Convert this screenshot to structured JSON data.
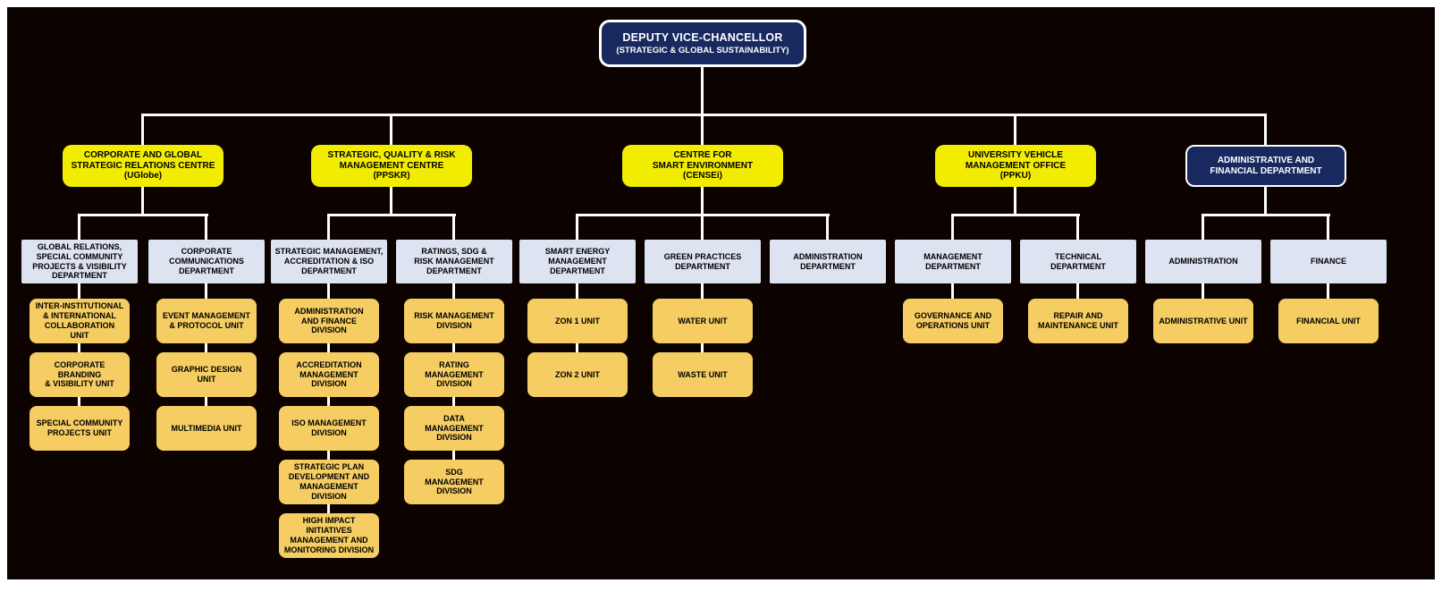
{
  "colors": {
    "background": "#0c0300",
    "frame": "#ffffff",
    "navy": "#17295f",
    "yellow": "#f2ec00",
    "department_blue": "#dde3f1",
    "unit_gold": "#f5cd62",
    "connector": "#ffffff"
  },
  "root": {
    "title": "DEPUTY VICE-CHANCELLOR",
    "subtitle": "(STRATEGIC & GLOBAL SUSTAINABILITY)"
  },
  "branches": [
    {
      "name": "CORPORATE AND GLOBAL\nSTRATEGIC RELATIONS CENTRE",
      "acronym": "(UGlobe)",
      "departments": [
        {
          "name": "GLOBAL RELATIONS,\nSPECIAL COMMUNITY\nPROJECTS & VISIBILITY\nDEPARTMENT",
          "units": [
            "INTER-INSTITUTIONAL\n& INTERNATIONAL\nCOLLABORATION\nUNIT",
            "CORPORATE BRANDING\n& VISIBILITY UNIT",
            "SPECIAL COMMUNITY\nPROJECTS UNIT"
          ]
        },
        {
          "name": "CORPORATE\nCOMMUNICATIONS\nDEPARTMENT",
          "units": [
            "EVENT MANAGEMENT\n& PROTOCOL UNIT",
            "GRAPHIC DESIGN\nUNIT",
            "MULTIMEDIA UNIT"
          ]
        }
      ]
    },
    {
      "name": "STRATEGIC, QUALITY & RISK\nMANAGEMENT CENTRE",
      "acronym": "(PPSKR)",
      "departments": [
        {
          "name": "STRATEGIC MANAGEMENT,\nACCREDITATION & ISO\nDEPARTMENT",
          "units": [
            "ADMINISTRATION\nAND FINANCE\nDIVISION",
            "ACCREDITATION\nMANAGEMENT\nDIVISION",
            "ISO MANAGEMENT\nDIVISION",
            "STRATEGIC PLAN\nDEVELOPMENT AND\nMANAGEMENT\nDIVISION",
            "HIGH IMPACT\nINITIATIVES\nMANAGEMENT AND\nMONITORING DIVISION"
          ]
        },
        {
          "name": "RATINGS, SDG &\nRISK MANAGEMENT\nDEPARTMENT",
          "units": [
            "RISK MANAGEMENT\nDIVISION",
            "RATING\nMANAGEMENT\nDIVISION",
            "DATA\nMANAGEMENT\nDIVISION",
            "SDG\nMANAGEMENT\nDIVISION"
          ]
        }
      ]
    },
    {
      "name": "CENTRE FOR\nSMART ENVIRONMENT",
      "acronym": "(CENSEi)",
      "departments": [
        {
          "name": "SMART ENERGY\nMANAGEMENT\nDEPARTMENT",
          "units": [
            "ZON 1 UNIT",
            "ZON 2 UNIT"
          ]
        },
        {
          "name": "GREEN PRACTICES\nDEPARTMENT",
          "units": [
            "WATER UNIT",
            "WASTE UNIT"
          ]
        },
        {
          "name": "ADMINISTRATION\nDEPARTMENT",
          "units": []
        }
      ]
    },
    {
      "name": "UNIVERSITY VEHICLE\nMANAGEMENT OFFICE",
      "acronym": "(PPKU)",
      "departments": [
        {
          "name": "MANAGEMENT\nDEPARTMENT",
          "units": [
            "GOVERNANCE AND\nOPERATIONS UNIT"
          ]
        },
        {
          "name": "TECHNICAL\nDEPARTMENT",
          "units": [
            "REPAIR AND\nMAINTENANCE UNIT"
          ]
        }
      ]
    },
    {
      "name": "ADMINISTRATIVE AND\nFINANCIAL DEPARTMENT",
      "acronym": "",
      "departments": [
        {
          "name": "ADMINISTRATION",
          "units": [
            "ADMINISTRATIVE UNIT"
          ]
        },
        {
          "name": "FINANCE",
          "units": [
            "FINANCIAL UNIT"
          ]
        }
      ]
    }
  ]
}
